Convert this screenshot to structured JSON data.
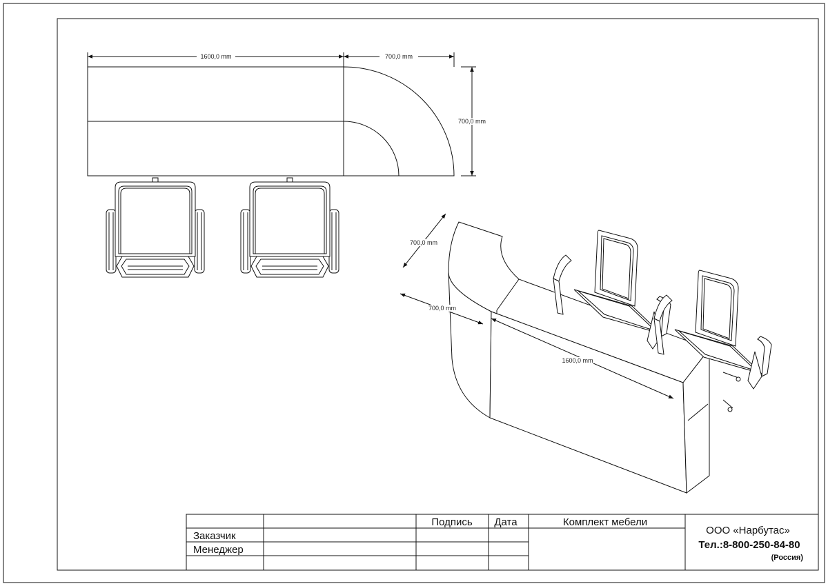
{
  "top_view": {
    "width_label": "1600,0 mm",
    "corner_width_label": "700,0 mm",
    "depth_label": "700,0 mm"
  },
  "iso_view": {
    "depth_label": "700,0 mm",
    "corner_width_label": "700,0 mm",
    "length_label": "1600,0 mm"
  },
  "title_block": {
    "col_signature": "Подпись",
    "col_date": "Дата",
    "project": "Комплект мебели",
    "row_customer": "Заказчик",
    "row_manager": "Менеджер",
    "company": "ООО «Нарбутас»",
    "phone": "Тел.:8-800-250-84-80",
    "country": "(Россия)"
  }
}
